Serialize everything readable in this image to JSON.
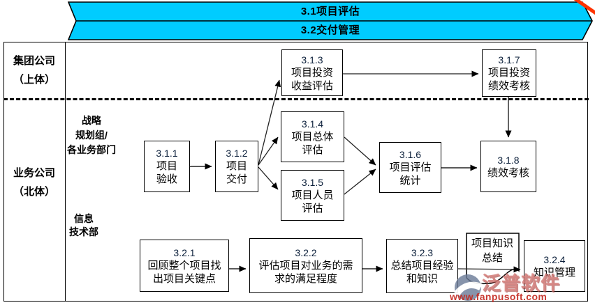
{
  "banner": {
    "row1": "3.1项目评估",
    "row2": "3.2交付管理"
  },
  "lanes": {
    "group_company": "集团公司\n（上体）",
    "business_company": "业务公司\n（北体）",
    "strategy_dept": "战略\n规划组/\n各业务部门",
    "it_dept": "信息\n技术部"
  },
  "nodes": {
    "n311": {
      "num": "3.1.1",
      "label": "项目\n验收"
    },
    "n312": {
      "num": "3.1.2",
      "label": "项目\n交付"
    },
    "n313": {
      "num": "3.1.3",
      "label": "项目投资\n收益评估"
    },
    "n314": {
      "num": "3.1.4",
      "label": "项目总体\n评估"
    },
    "n315": {
      "num": "3.1.5",
      "label": "项目人员\n评估"
    },
    "n316": {
      "num": "3.1.6",
      "label": "项目评估\n统计"
    },
    "n317": {
      "num": "3.1.7",
      "label": "项目投资\n绩效考核"
    },
    "n318": {
      "num": "3.1.8",
      "label": "绩效考核"
    },
    "n321": {
      "num": "3.2.1",
      "label": "回顾整个项目找\n出项目关键点"
    },
    "n322": {
      "num": "3.2.2",
      "label": "评估项目对业务的需\n求的满足程度"
    },
    "n323": {
      "num": "3.2.3",
      "label": "总结项目经验\n和知识"
    },
    "n324": {
      "num": "3.2.4",
      "label": "知识管理"
    }
  },
  "doc_node": {
    "label": "项目知识\n总结"
  },
  "watermark": {
    "brand": "泛普软件",
    "site": "www.fanpusoft.com"
  },
  "colors": {
    "banner_fill": "#00CCFF",
    "corner_mark": "#FF3300",
    "watermark_red": "#C52B22",
    "watermark_logo": "#6B7B97"
  }
}
